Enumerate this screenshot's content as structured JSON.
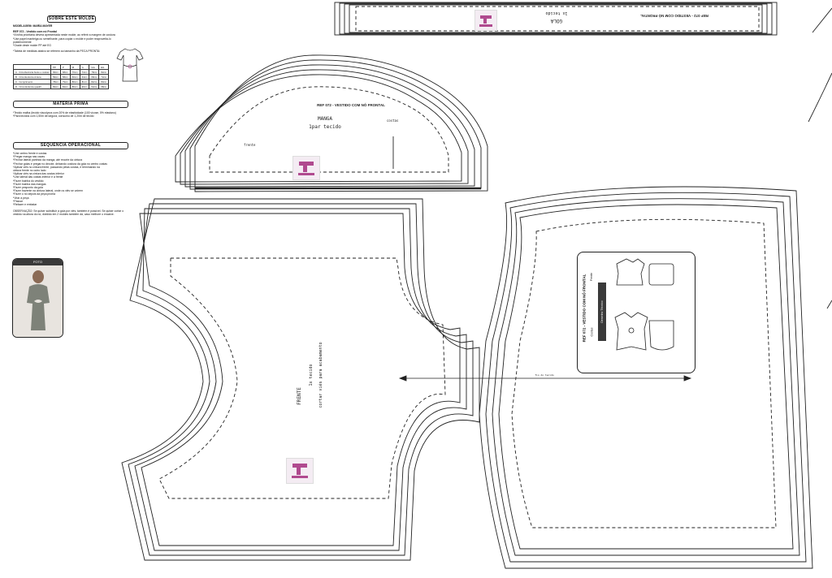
{
  "sidebar": {
    "header": "SOBRE ESTE MOLDE",
    "subtitle": "MODELAGEM: MARÍA MAYER",
    "ref_title": "REF 072 - Vestido com nó Frontal",
    "intro_lines": [
      "*A folha prioritária deverá apresentada neste molde, ao referir a margem de costura",
      "*Use papel manteiga ou semelhante, para copiar o molde e poder reaproveita-lo",
      "posteriormente",
      "*Grade deste molde PP até EG"
    ],
    "table_caption": "*Tabela de medidas abaixo se referem ao tamanho da PECA PRONTA:",
    "table_header": [
      "",
      "PP",
      "P",
      "M",
      "G",
      "GG",
      "EG"
    ],
    "table_rows": [
      [
        "A - Circunferência busto e costas",
        "66cm",
        "68cm",
        "70cm",
        "74cm",
        "78cm",
        "82cm"
      ],
      [
        "B - Circunferência cintura",
        "56cm",
        "58cm",
        "60cm",
        "64cm",
        "68cm",
        "72cm"
      ],
      [
        "C - Comprimento",
        "78cm",
        "79cm",
        "80cm",
        "81cm",
        "82cm",
        "83cm"
      ],
      [
        "D - Circunferência quadril",
        "82cm",
        "84cm",
        "86cm",
        "90cm",
        "94cm",
        "98cm"
      ]
    ],
    "materia_header": "MATÉRIA PRIMA",
    "materia_lines": [
      "*Tecido malha (tecido viscolycra com 20% de elasticidade (100 vicose, 5% elastano)",
      "*Para tecidos com 1,50m de largura, consumo de 1,20m de tecido"
    ],
    "sequencia_header": "SEQUÊNCIA OPERACIONAL",
    "sequencia_lines": [
      "*Unir ombro frente e costas",
      "*Pregar manga nas cavas",
      "*Fechar lateral partindo da manga, até recorte da cintura",
      "*Fechar golas e pregar no decote, deixando costura da gola no centro costas",
      "*Aplicar viés no cintura frente, passando pelas costas, e terminando na",
      "cintura frente no outro lado",
      "*Aplicar viés na cintura das costas inferior",
      "*Unir lateral das costas inferior e a frente",
      "*Fazer bainha do vestido",
      "*Fazer bainha das mangas",
      "*Fazer pesponto da gola",
      "*Fazer travente na cintura lateral, onde os viés se unirem",
      "*Fazer o nó depois da peça pronta",
      "*Virar a peça",
      "*Passar",
      "*Refazer e embalar"
    ],
    "observacao_lines": [
      "OBSERVAÇÃO: Se quiser substituir a gola por viés, também é possível. Se quiser cortar o",
      "vestido na altura do nó, dividido em 2 moldes também dá, caso melhore o encaixe."
    ],
    "photo_label": "FOTO"
  },
  "patterns": {
    "collar": {
      "label": "GOLA",
      "cut": "1x tecido",
      "ref": "REF 072 - VESTIDO COM NÓ FRONTAL"
    },
    "sleeve": {
      "ref": "REF 072 - VESTIDO COM NÓ FRONTAL",
      "label": "MANGA",
      "cut": "1par tecido",
      "front": "frente",
      "back": "costas"
    },
    "front": {
      "label": "FRENTE",
      "cut": "1x tecido",
      "note": "cortar viés para acabamento",
      "grain": "fio do tecido"
    }
  },
  "info_card": {
    "ref": "REF 072 - VESTIDO COM NÓ FRONTAL",
    "tab": "Desenho Técnico",
    "front_label": "Frente",
    "back_label": "Costas"
  },
  "colors": {
    "logo_pink": "#b04a8f",
    "line": "#222222",
    "card_dark": "#3a3a3a"
  }
}
